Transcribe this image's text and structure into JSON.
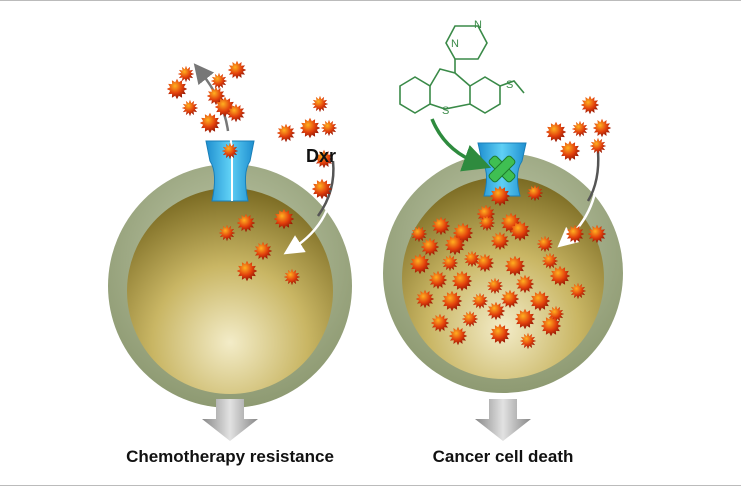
{
  "labels": {
    "left": "Chemotherapy resistance",
    "right": "Cancer cell death",
    "drug": "Dxr"
  },
  "molecule_atoms": [
    "N",
    "N",
    "S",
    "S"
  ],
  "colors": {
    "membrane": "#a9b48f",
    "cytoplasm": "#b8a64e",
    "pump": "#2aa9e0",
    "drug_particle": "#d8300a",
    "inhibitor": "#2e8b3e",
    "arrow": "#9a9a9a"
  }
}
